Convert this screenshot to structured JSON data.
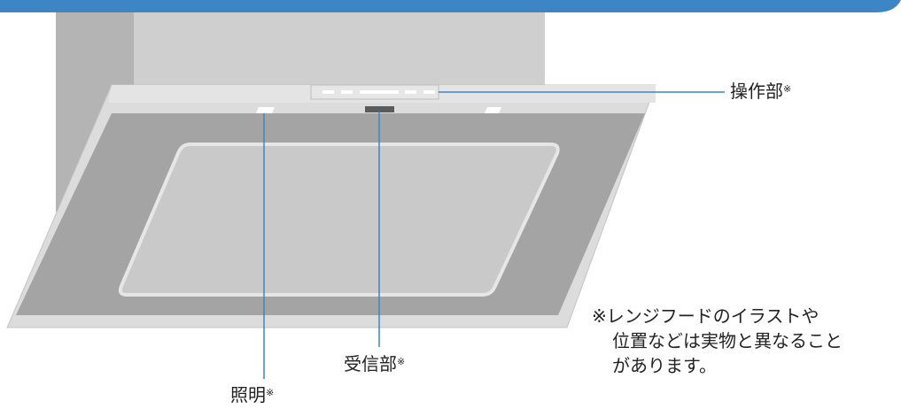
{
  "colors": {
    "accent_blue": "#3d86c6",
    "leader_line": "#3d86c6",
    "duct": "#b9b9b9",
    "hood_frame": "#d9d9d9",
    "hood_panel": "#a3a3a3",
    "hood_inner": "#c8c8c8"
  },
  "labels": {
    "control_panel": "操作部",
    "receiver": "受信部",
    "light": "照明",
    "mark": "※"
  },
  "note": {
    "line1": "※レンジフードのイラストや",
    "line2": "位置などは実物と異なること",
    "line3": "があります。"
  }
}
